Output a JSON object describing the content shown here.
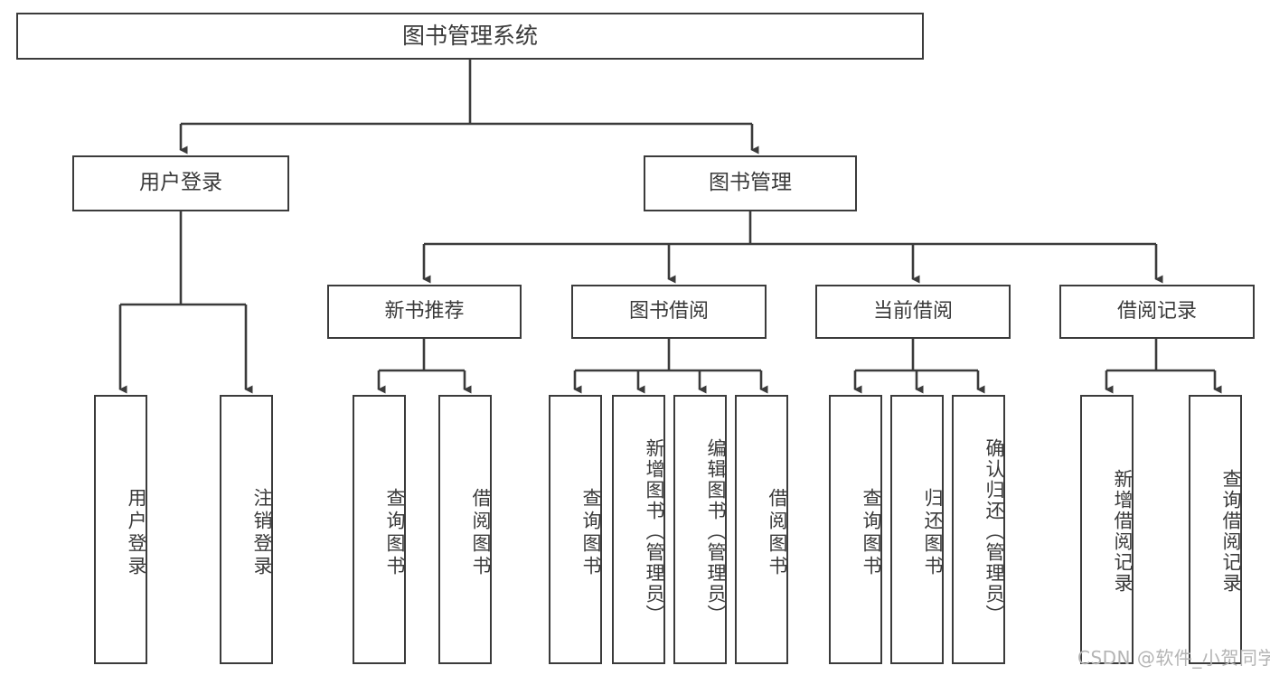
{
  "diagram": {
    "title": "图书管理系统",
    "type": "tree-hierarchy-chart",
    "line_color": "#3b3b3b",
    "text_color": "#3a3a3a",
    "background": "#ffffff",
    "nodes": {
      "root": {
        "label": "图书管理系统"
      },
      "level1": [
        {
          "label": "用户登录"
        },
        {
          "label": "图书管理"
        }
      ],
      "level2": [
        {
          "label": "新书推荐"
        },
        {
          "label": "图书借阅"
        },
        {
          "label": "当前借阅"
        },
        {
          "label": "借阅记录"
        }
      ],
      "leaves": {
        "user_login": [
          {
            "label": "用户登录"
          },
          {
            "label": "注销登录"
          }
        ],
        "new_book_recommend": [
          {
            "label": "查询图书"
          },
          {
            "label": "借阅图书"
          }
        ],
        "book_borrow": [
          {
            "label": "查询图书"
          },
          {
            "label": "新增图书（管理员）"
          },
          {
            "label": "编辑图书（管理员）"
          },
          {
            "label": "借阅图书"
          }
        ],
        "current_borrow": [
          {
            "label": "查询图书"
          },
          {
            "label": "归还图书"
          },
          {
            "label": "确认归还（管理员）"
          }
        ],
        "borrow_record": [
          {
            "label": "新增借阅记录"
          },
          {
            "label": "查询借阅记录"
          }
        ]
      }
    }
  },
  "watermark": {
    "text": "CSDN @软件_小贺同学",
    "color": "#b4b4b4"
  }
}
